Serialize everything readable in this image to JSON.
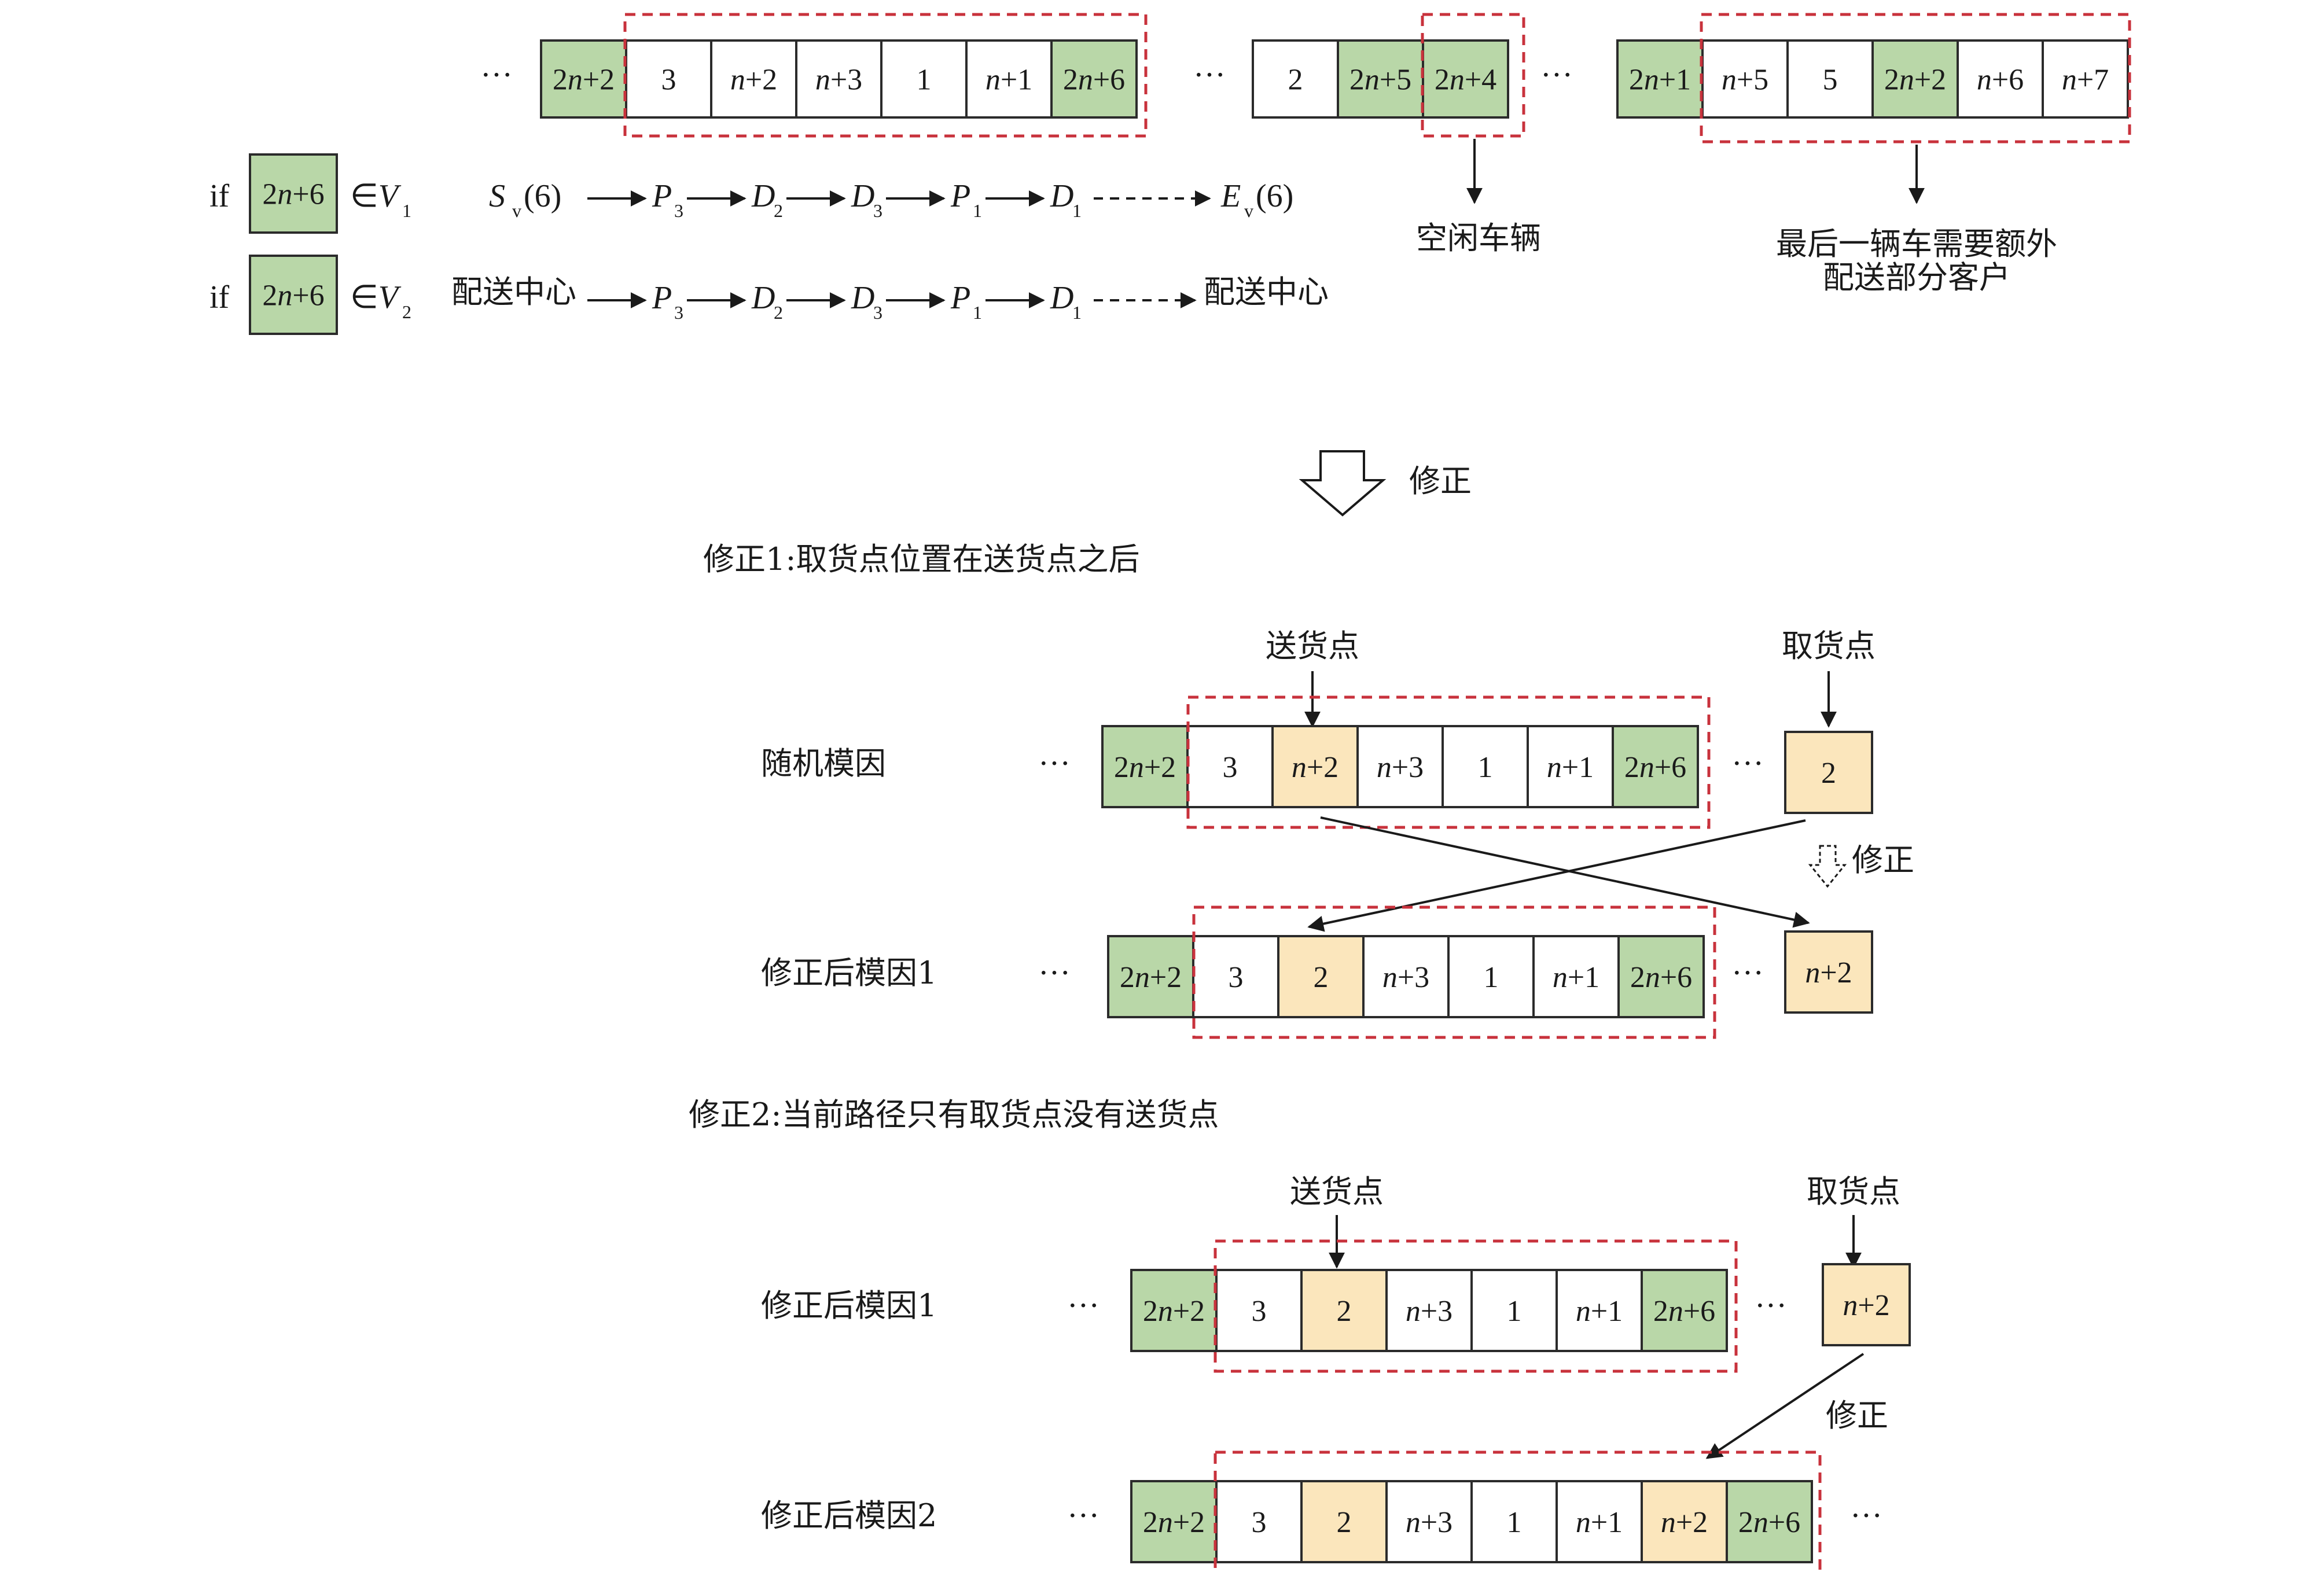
{
  "colors": {
    "green": "#b9d7a8",
    "yellow": "#fbe6bc",
    "white": "#ffffff",
    "border": "#2b2b2b",
    "dash": "#c8323c",
    "arrow": "#1a1a1a"
  },
  "top": {
    "chromosome_group_a": [
      "2n+2",
      "3",
      "n+2",
      "n+3",
      "1",
      "n+1",
      "2n+6"
    ],
    "chromosome_group_b": [
      "2",
      "2n+5",
      "2n+4"
    ],
    "chromosome_group_c": [
      "2n+1",
      "n+5",
      "5",
      "2n+2",
      "n+6",
      "n+7"
    ],
    "ellipsis": "···",
    "idle_vehicle_label": "空闲车辆",
    "last_vehicle_label_line1": "最后一辆车需要额外",
    "last_vehicle_label_line2": "配送部分客户",
    "if_word": "if",
    "if_cell": "2n+6",
    "belongs_v1": "∈V",
    "v1_sub": "1",
    "belongs_v2": "∈V",
    "v2_sub": "2",
    "route1_start": "S",
    "route1_start_sub": "v",
    "route1_start_arg": "(6)",
    "route1_end": "E",
    "route1_end_sub": "v",
    "route1_end_arg": "(6)",
    "route2_start": "配送中心",
    "route2_end": "配送中心",
    "route_nodes": [
      {
        "sym": "P",
        "sub": "3"
      },
      {
        "sym": "D",
        "sub": "2"
      },
      {
        "sym": "D",
        "sub": "3"
      },
      {
        "sym": "P",
        "sub": "1"
      },
      {
        "sym": "D",
        "sub": "1"
      }
    ]
  },
  "correction_label": "修正",
  "fix1": {
    "title": "修正1:取货点位置在送货点之后",
    "delivery_label": "送货点",
    "pickup_label": "取货点",
    "row_random_label": "随机模因",
    "row_random_cells": [
      "2n+2",
      "3",
      "n+2",
      "n+3",
      "1",
      "n+1",
      "2n+6"
    ],
    "row_random_single": "2",
    "mini_fix_label": "修正",
    "row_fixed_label": "修正后模因1",
    "row_fixed_cells": [
      "2n+2",
      "3",
      "2",
      "n+3",
      "1",
      "n+1",
      "2n+6"
    ],
    "row_fixed_single": "n+2"
  },
  "fix2": {
    "title": "修正2:当前路径只有取货点没有送货点",
    "delivery_label": "送货点",
    "pickup_label": "取货点",
    "row1_label": "修正后模因1",
    "row1_cells": [
      "2n+2",
      "3",
      "2",
      "n+3",
      "1",
      "n+1",
      "2n+6"
    ],
    "row1_single": "n+2",
    "fix_label": "修正",
    "row2_label": "修正后模因2",
    "row2_cells": [
      "2n+2",
      "3",
      "2",
      "n+3",
      "1",
      "n+1",
      "n+2",
      "2n+6"
    ]
  }
}
